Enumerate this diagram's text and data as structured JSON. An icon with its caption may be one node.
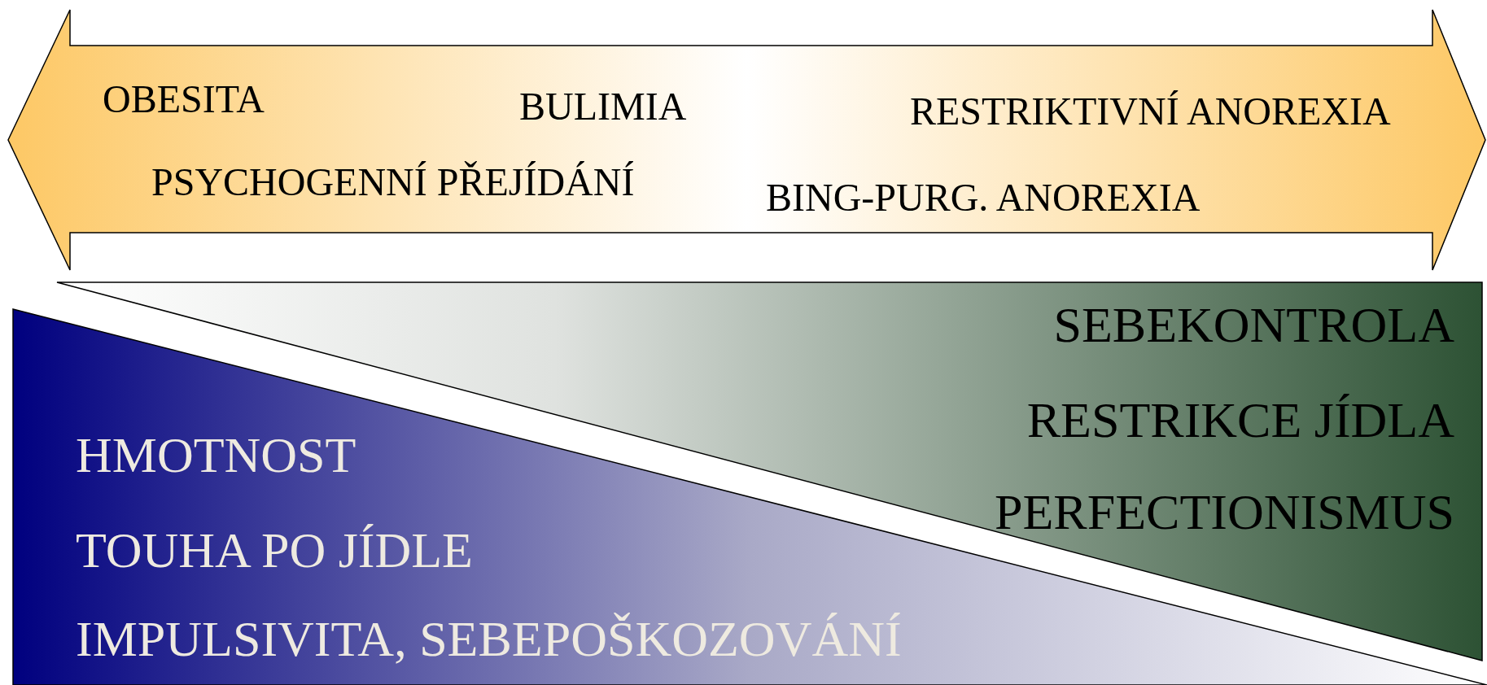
{
  "diagram": {
    "nodes": [
      {
        "text": [
          "OBESITA",
          "BULIMIA",
          "RESTRIKTIVNÍ ANOREXIA",
          "PSYCHOGENNÍ PŘEJÍDÁNÍ",
          "BING-PURG. ANOREXIA"
        ]
      },
      {
        "text": [
          "SEBEKONTROLA",
          "RESTRIKCE JÍDLA",
          "PERFECTIONISMUS"
        ]
      },
      {
        "text": [
          "HMOTNOST",
          "TOUHA PO JÍDLE",
          "IMPULSIVITA, SEBEPOŠKOZOVÁNÍ"
        ]
      }
    ]
  }
}
